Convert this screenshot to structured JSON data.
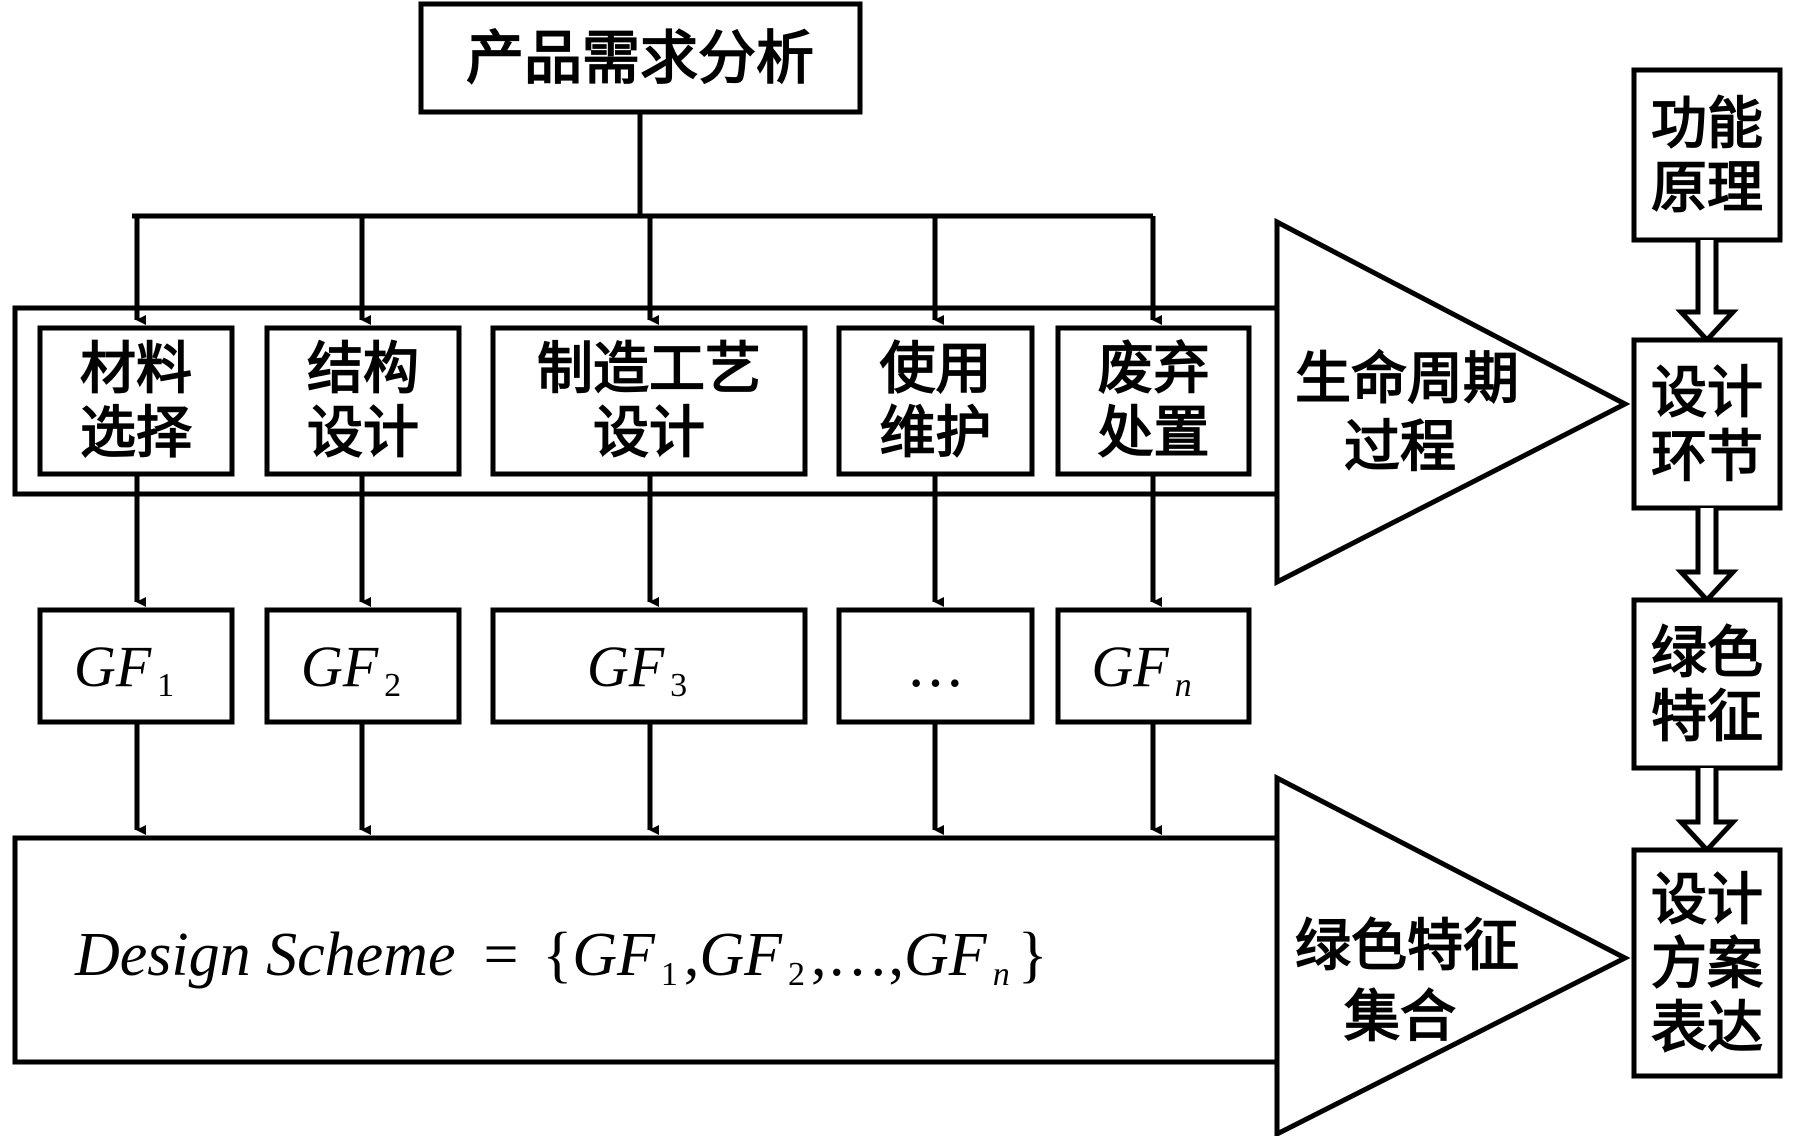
{
  "top": {
    "label": "产品需求分析"
  },
  "stages": [
    {
      "lines": [
        "材料",
        "选择"
      ],
      "gf_base": "GF",
      "gf_sub": "1"
    },
    {
      "lines": [
        "结构",
        "设计"
      ],
      "gf_base": "GF",
      "gf_sub": "2"
    },
    {
      "lines": [
        "制造工艺",
        "设计"
      ],
      "gf_base": "GF",
      "gf_sub": "3"
    },
    {
      "lines": [
        "使用",
        "维护"
      ],
      "gf_base": "…",
      "gf_sub": ""
    },
    {
      "lines": [
        "废弃",
        "处置"
      ],
      "gf_base": "GF",
      "gf_sub": "n"
    }
  ],
  "lifecycle": {
    "lines": [
      "生命周期",
      "过程"
    ]
  },
  "greenset": {
    "lines": [
      "绿色特征",
      "集合"
    ]
  },
  "scheme": {
    "prefix": "Design Scheme",
    "equals": "=",
    "open": "{",
    "gf": "GF",
    "sub1": "1",
    "sub2": "2",
    "sep": ",",
    "dots": "…",
    "subn": "n",
    "close": "}"
  },
  "right_column": [
    {
      "lines": [
        "功能",
        "原理"
      ]
    },
    {
      "lines": [
        "设计",
        "环节"
      ]
    },
    {
      "lines": [
        "绿色",
        "特征"
      ]
    },
    {
      "lines": [
        "设计",
        "方案",
        "表达"
      ]
    }
  ]
}
